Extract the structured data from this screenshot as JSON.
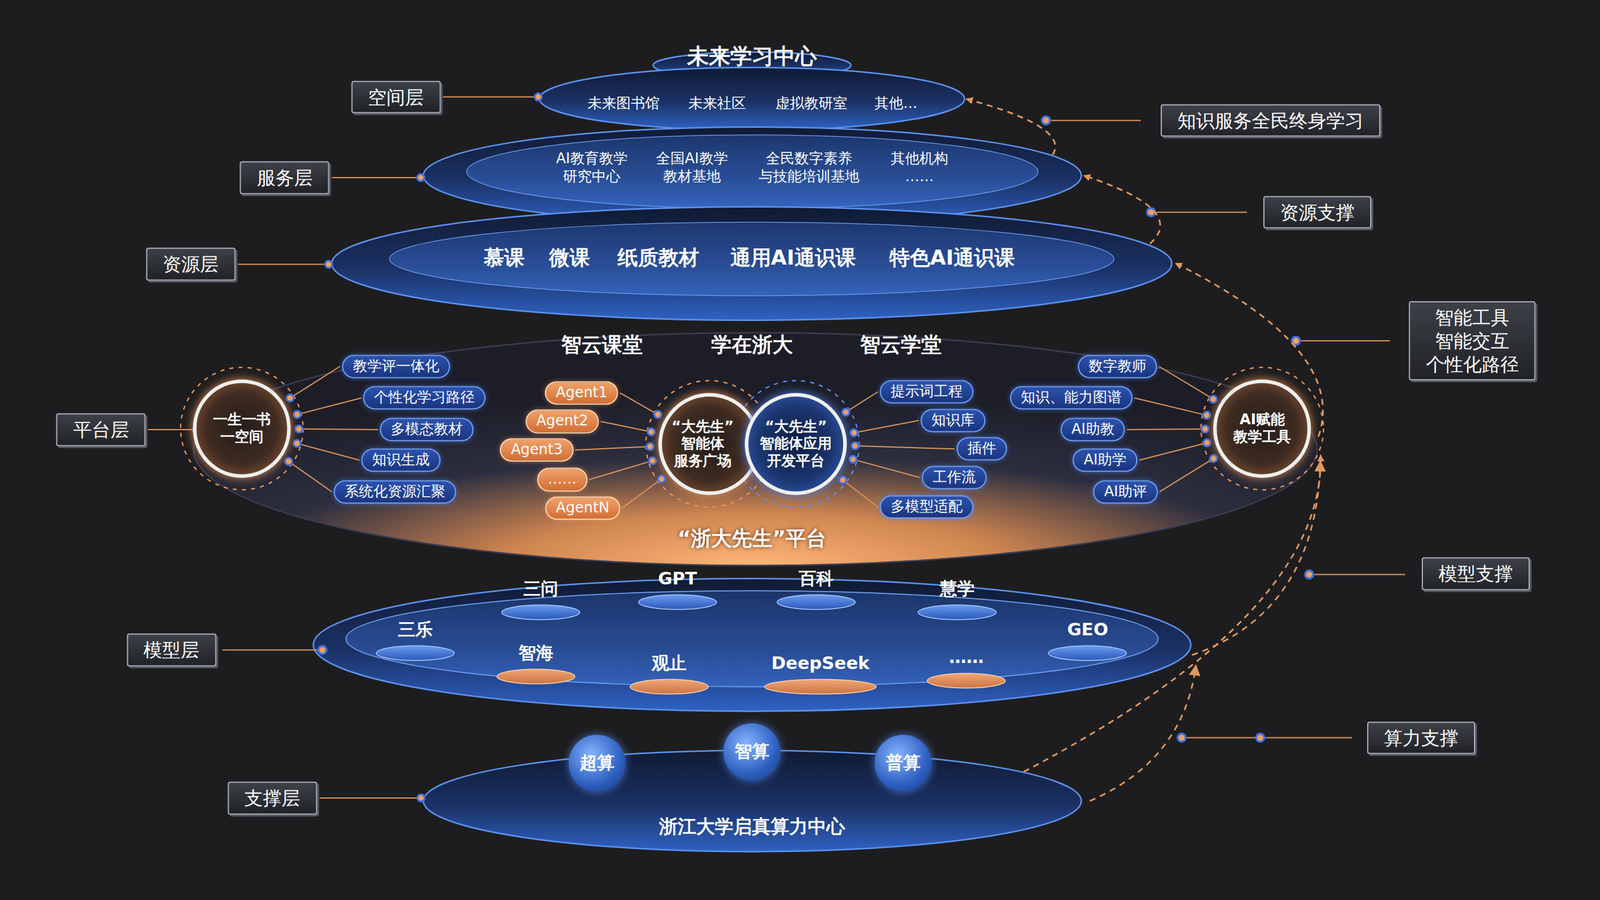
{
  "diagram": {
    "title": "未来学习中心",
    "nodes": [
      {
        "text": [
          "空间层"
        ]
      },
      {
        "text": [
          "未来图书馆",
          "未来社区",
          "虚拟教研室",
          "其他..."
        ]
      },
      {
        "text": [
          "知识服务全民终身学习"
        ]
      },
      {
        "text": [
          "服务层"
        ]
      },
      {
        "text": [
          "AI教育教学 研究中心",
          "全国AI教学 教材基地",
          "全民数字素养 与技能培训基地",
          "其他机构 ……"
        ]
      },
      {
        "text": [
          "资源支撑"
        ]
      },
      {
        "text": [
          "资源层"
        ]
      },
      {
        "text": [
          "慕课",
          "微课",
          "纸质教材",
          "通用AI通识课",
          "特色AI通识课"
        ]
      },
      {
        "text": [
          "智能工具 智能交互 个性化路径"
        ]
      },
      {
        "text": [
          "平台层"
        ]
      },
      {
        "text": [
          "“浙大先生”平台"
        ]
      },
      {
        "text": [
          "一生一书 一空间"
        ],
        "in": 10
      },
      {
        "text": [
          "教学评一体化"
        ],
        "in": 10
      },
      {
        "text": [
          "个性化学习路径"
        ],
        "in": 10
      },
      {
        "text": [
          "多模态教材"
        ],
        "in": 10
      },
      {
        "text": [
          "知识生成"
        ],
        "in": 10
      },
      {
        "text": [
          "系统化资源汇聚"
        ],
        "in": 10
      },
      {
        "text": [
          "Agent1"
        ],
        "in": 10
      },
      {
        "text": [
          "Agent2"
        ],
        "in": 10
      },
      {
        "text": [
          "Agent3"
        ],
        "in": 10
      },
      {
        "text": [
          "……"
        ],
        "in": 10
      },
      {
        "text": [
          "AgentN"
        ],
        "in": 10
      },
      {
        "text": [
          "“大先生” 智能体 服务广场"
        ],
        "in": 10
      },
      {
        "text": [
          "“大先生” 智能体应用 开发平台"
        ],
        "in": 10
      },
      {
        "text": [
          "提示词工程"
        ],
        "in": 10
      },
      {
        "text": [
          "知识库"
        ],
        "in": 10
      },
      {
        "text": [
          "插件"
        ],
        "in": 10
      },
      {
        "text": [
          "工作流"
        ],
        "in": 10
      },
      {
        "text": [
          "多模型适配"
        ],
        "in": 10
      },
      {
        "text": [
          "数字教师"
        ],
        "in": 10
      },
      {
        "text": [
          "知识、能力图谱"
        ],
        "in": 10
      },
      {
        "text": [
          "AI助教"
        ],
        "in": 10
      },
      {
        "text": [
          "AI助学"
        ],
        "in": 10
      },
      {
        "text": [
          "AI助评"
        ],
        "in": 10
      },
      {
        "text": [
          "AI赋能 教学工具"
        ],
        "in": 10
      },
      {
        "text": [
          "三问"
        ]
      },
      {
        "text": [
          "GPT"
        ]
      },
      {
        "text": [
          "百科"
        ]
      },
      {
        "text": [
          "慧学"
        ]
      },
      {
        "text": [
          "三乐"
        ]
      },
      {
        "text": [
          "GEO"
        ]
      },
      {
        "text": [
          "智海"
        ]
      },
      {
        "text": [
          "观止"
        ]
      },
      {
        "text": [
          "DeepSeek"
        ]
      },
      {
        "text": [
          "……"
        ]
      },
      {
        "text": [
          "模型支撑"
        ]
      },
      {
        "text": [
          "模型层"
        ]
      },
      {
        "text": [
          "算力支撑"
        ]
      },
      {
        "text": [
          "支撑层"
        ]
      },
      {
        "text": [
          "浙江大学启真算力中心"
        ]
      },
      {
        "text": [
          "超算"
        ],
        "in": 49
      },
      {
        "text": [
          "智算"
        ],
        "in": 49
      },
      {
        "text": [
          "普算"
        ],
        "in": 49
      }
    ],
    "edges": [
      {
        "from": 0,
        "to": 1,
        "arrow": "none"
      },
      {
        "from": 3,
        "to": 4,
        "arrow": "none"
      },
      {
        "from": 6,
        "to": 7,
        "arrow": "none"
      },
      {
        "from": 9,
        "to": 10,
        "arrow": "none"
      },
      {
        "from": 48,
        "to": 49,
        "arrow": "none"
      },
      {
        "from": 11,
        "to": 12,
        "arrow": "none"
      },
      {
        "from": 11,
        "to": 13,
        "arrow": "none"
      },
      {
        "from": 11,
        "to": 14,
        "arrow": "none"
      },
      {
        "from": 11,
        "to": 15,
        "arrow": "none"
      },
      {
        "from": 11,
        "to": 16,
        "arrow": "none"
      },
      {
        "from": 17,
        "to": 22,
        "arrow": "none"
      },
      {
        "from": 18,
        "to": 22,
        "arrow": "none"
      },
      {
        "from": 19,
        "to": 22,
        "arrow": "none"
      },
      {
        "from": 20,
        "to": 22,
        "arrow": "none"
      },
      {
        "from": 21,
        "to": 22,
        "arrow": "none"
      },
      {
        "from": 23,
        "to": 24,
        "arrow": "none"
      },
      {
        "from": 23,
        "to": 25,
        "arrow": "none"
      },
      {
        "from": 23,
        "to": 26,
        "arrow": "none"
      },
      {
        "from": 23,
        "to": 27,
        "arrow": "none"
      },
      {
        "from": 23,
        "to": 28,
        "arrow": "none"
      },
      {
        "from": 29,
        "to": 34,
        "arrow": "none"
      },
      {
        "from": 30,
        "to": 34,
        "arrow": "none"
      },
      {
        "from": 31,
        "to": 34,
        "arrow": "none"
      },
      {
        "from": 32,
        "to": 34,
        "arrow": "none"
      },
      {
        "from": 33,
        "to": 34,
        "arrow": "none"
      },
      {
        "from": 49,
        "to": 10,
        "arrow": "to"
      },
      {
        "from": 10,
        "to": 7,
        "arrow": "to"
      },
      {
        "from": 7,
        "to": 4,
        "arrow": "to"
      },
      {
        "from": 4,
        "to": 1,
        "arrow": "to"
      }
    ],
    "labels": [
      "智云课堂",
      "学在浙大",
      "智云学堂"
    ]
  }
}
